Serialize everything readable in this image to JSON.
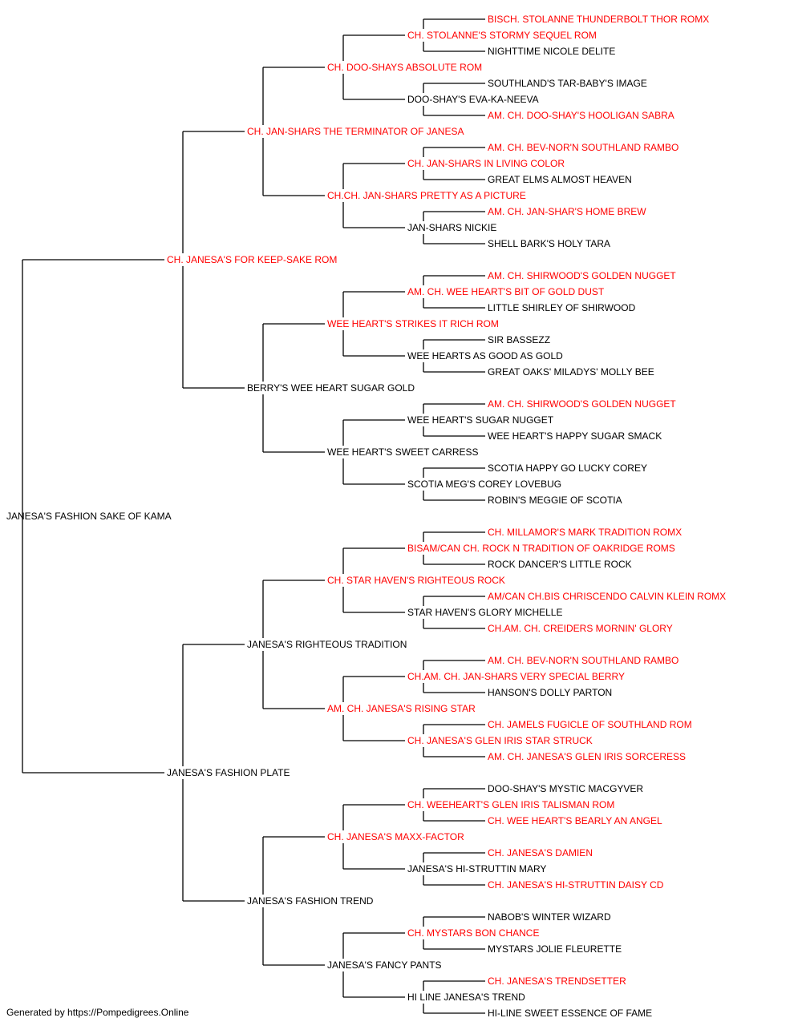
{
  "colors": {
    "champion": "#ff0000",
    "regular": "#000000",
    "line": "#000000"
  },
  "footer": "Generated by https://Pompedigrees.Online",
  "pedigree": {
    "name": "JANESA'S FASHION SAKE OF KAMA",
    "champion": false,
    "sire": {
      "name": "CH. JANESA'S FOR KEEP-SAKE ROM",
      "champion": true,
      "sire": {
        "name": "CH. JAN-SHARS THE TERMINATOR OF JANESA",
        "champion": true,
        "sire": {
          "name": "CH. DOO-SHAYS ABSOLUTE ROM",
          "champion": true,
          "sire": {
            "name": "CH. STOLANNE'S STORMY SEQUEL ROM",
            "champion": true,
            "sire": {
              "name": "BISCH. STOLANNE THUNDERBOLT THOR ROMX",
              "champion": true
            },
            "dam": {
              "name": "NIGHTTIME NICOLE DELITE",
              "champion": false
            }
          },
          "dam": {
            "name": "DOO-SHAY'S EVA-KA-NEEVA",
            "champion": false,
            "sire": {
              "name": "SOUTHLAND'S TAR-BABY'S IMAGE",
              "champion": false
            },
            "dam": {
              "name": "AM. CH. DOO-SHAY'S HOOLIGAN SABRA",
              "champion": true
            }
          }
        },
        "dam": {
          "name": "CH.CH. JAN-SHARS PRETTY AS A PICTURE",
          "champion": true,
          "sire": {
            "name": "CH. JAN-SHARS IN LIVING COLOR",
            "champion": true,
            "sire": {
              "name": "AM. CH. BEV-NOR'N SOUTHLAND RAMBO",
              "champion": true
            },
            "dam": {
              "name": "GREAT ELMS ALMOST HEAVEN",
              "champion": false
            }
          },
          "dam": {
            "name": "JAN-SHARS NICKIE",
            "champion": false,
            "sire": {
              "name": "AM. CH. JAN-SHAR'S HOME BREW",
              "champion": true
            },
            "dam": {
              "name": "SHELL BARK'S HOLY TARA",
              "champion": false
            }
          }
        }
      },
      "dam": {
        "name": "BERRY'S WEE HEART SUGAR GOLD",
        "champion": false,
        "sire": {
          "name": "WEE HEART'S STRIKES IT RICH ROM",
          "champion": true,
          "sire": {
            "name": "AM. CH. WEE HEART'S BIT OF GOLD DUST",
            "champion": true,
            "sire": {
              "name": "AM. CH. SHIRWOOD'S GOLDEN NUGGET",
              "champion": true
            },
            "dam": {
              "name": "LITTLE SHIRLEY OF SHIRWOOD",
              "champion": false
            }
          },
          "dam": {
            "name": "WEE HEARTS AS GOOD AS GOLD",
            "champion": false,
            "sire": {
              "name": "SIR BASSEZZ",
              "champion": false
            },
            "dam": {
              "name": "GREAT OAKS' MILADYS' MOLLY BEE",
              "champion": false
            }
          }
        },
        "dam": {
          "name": "WEE HEART'S SWEET CARRESS",
          "champion": false,
          "sire": {
            "name": "WEE HEART'S SUGAR NUGGET",
            "champion": false,
            "sire": {
              "name": "AM. CH. SHIRWOOD'S GOLDEN NUGGET",
              "champion": true
            },
            "dam": {
              "name": "WEE HEART'S HAPPY SUGAR SMACK",
              "champion": false
            }
          },
          "dam": {
            "name": "SCOTIA MEG'S COREY LOVEBUG",
            "champion": false,
            "sire": {
              "name": "SCOTIA HAPPY GO LUCKY COREY",
              "champion": false
            },
            "dam": {
              "name": "ROBIN'S MEGGIE OF SCOTIA",
              "champion": false
            }
          }
        }
      }
    },
    "dam": {
      "name": "JANESA'S FASHION PLATE",
      "champion": false,
      "sire": {
        "name": "JANESA'S RIGHTEOUS TRADITION",
        "champion": false,
        "sire": {
          "name": "CH. STAR HAVEN'S RIGHTEOUS ROCK",
          "champion": true,
          "sire": {
            "name": "BISAM/CAN CH. ROCK N TRADITION OF OAKRIDGE ROMS",
            "champion": true,
            "sire": {
              "name": "CH. MILLAMOR'S MARK TRADITION ROMX",
              "champion": true
            },
            "dam": {
              "name": "ROCK DANCER'S LITTLE ROCK",
              "champion": false
            }
          },
          "dam": {
            "name": "STAR HAVEN'S GLORY MICHELLE",
            "champion": false,
            "sire": {
              "name": "AM/CAN CH.BIS CHRISCENDO CALVIN KLEIN ROMX",
              "champion": true
            },
            "dam": {
              "name": "CH.AM. CH. CREIDERS MORNIN' GLORY",
              "champion": true
            }
          }
        },
        "dam": {
          "name": "AM. CH. JANESA'S RISING STAR",
          "champion": true,
          "sire": {
            "name": "CH.AM. CH. JAN-SHARS VERY SPECIAL BERRY",
            "champion": true,
            "sire": {
              "name": "AM. CH. BEV-NOR'N SOUTHLAND RAMBO",
              "champion": true
            },
            "dam": {
              "name": "HANSON'S DOLLY PARTON",
              "champion": false
            }
          },
          "dam": {
            "name": "CH. JANESA'S GLEN IRIS STAR STRUCK",
            "champion": true,
            "sire": {
              "name": "CH. JAMELS FUGICLE OF SOUTHLAND ROM",
              "champion": true
            },
            "dam": {
              "name": "AM. CH. JANESA'S GLEN IRIS SORCERESS",
              "champion": true
            }
          }
        }
      },
      "dam": {
        "name": "JANESA'S FASHION TREND",
        "champion": false,
        "sire": {
          "name": "CH. JANESA'S MAXX-FACTOR",
          "champion": true,
          "sire": {
            "name": "CH. WEEHEART'S GLEN IRIS TALISMAN ROM",
            "champion": true,
            "sire": {
              "name": "DOO-SHAY'S MYSTIC MACGYVER",
              "champion": false
            },
            "dam": {
              "name": "CH. WEE HEART'S BEARLY AN ANGEL",
              "champion": true
            }
          },
          "dam": {
            "name": "JANESA'S HI-STRUTTIN MARY",
            "champion": false,
            "sire": {
              "name": "CH. JANESA'S DAMIEN",
              "champion": true
            },
            "dam": {
              "name": "CH. JANESA'S HI-STRUTTIN DAISY CD",
              "champion": true
            }
          }
        },
        "dam": {
          "name": "JANESA'S FANCY PANTS",
          "champion": false,
          "sire": {
            "name": "CH. MYSTARS BON CHANCE",
            "champion": true,
            "sire": {
              "name": "NABOB'S WINTER WIZARD",
              "champion": false
            },
            "dam": {
              "name": "MYSTARS JOLIE FLEURETTE",
              "champion": false
            }
          },
          "dam": {
            "name": "HI LINE JANESA'S TREND",
            "champion": false,
            "sire": {
              "name": "CH. JANESA'S TRENDSETTER",
              "champion": true
            },
            "dam": {
              "name": "HI-LINE SWEET ESSENCE OF FAME",
              "champion": false
            }
          }
        }
      }
    }
  }
}
